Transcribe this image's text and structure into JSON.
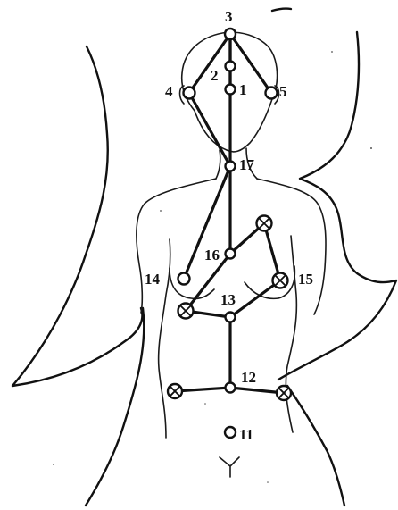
{
  "figure": {
    "nodes": [
      {
        "id": "1",
        "label": "1",
        "kind": "open-circle"
      },
      {
        "id": "2",
        "label": "2",
        "kind": "open-circle"
      },
      {
        "id": "3",
        "label": "3",
        "kind": "open-circle"
      },
      {
        "id": "4",
        "label": "4",
        "kind": "open-circle"
      },
      {
        "id": "5",
        "label": "5",
        "kind": "open-circle"
      },
      {
        "id": "11",
        "label": "11",
        "kind": "open-circle"
      },
      {
        "id": "12",
        "label": "12",
        "kind": "open-circle"
      },
      {
        "id": "13",
        "label": "13",
        "kind": "open-circle"
      },
      {
        "id": "14",
        "label": "14",
        "kind": "open-circle"
      },
      {
        "id": "15",
        "label": "15",
        "kind": "crossed-circle"
      },
      {
        "id": "16",
        "label": "16",
        "kind": "open-circle"
      },
      {
        "id": "17",
        "label": "17",
        "kind": "open-circle"
      },
      {
        "id": "upper-right-breast",
        "label": "",
        "kind": "crossed-circle"
      },
      {
        "id": "lower-left-rib",
        "label": "",
        "kind": "crossed-circle"
      },
      {
        "id": "left-hip",
        "label": "",
        "kind": "crossed-circle"
      },
      {
        "id": "right-hip",
        "label": "",
        "kind": "crossed-circle"
      }
    ],
    "connections": [
      [
        "3",
        "4"
      ],
      [
        "3",
        "5"
      ],
      [
        "3",
        "2"
      ],
      [
        "3",
        "17"
      ],
      [
        "4",
        "17"
      ],
      [
        "2",
        "1"
      ],
      [
        "17",
        "16"
      ],
      [
        "17",
        "14"
      ],
      [
        "16",
        "upper-right-breast"
      ],
      [
        "16",
        "lower-left-rib"
      ],
      [
        "upper-right-breast",
        "15"
      ],
      [
        "15",
        "13"
      ],
      [
        "lower-left-rib",
        "13"
      ],
      [
        "13",
        "12"
      ],
      [
        "12",
        "left-hip"
      ],
      [
        "12",
        "right-hip"
      ]
    ]
  }
}
